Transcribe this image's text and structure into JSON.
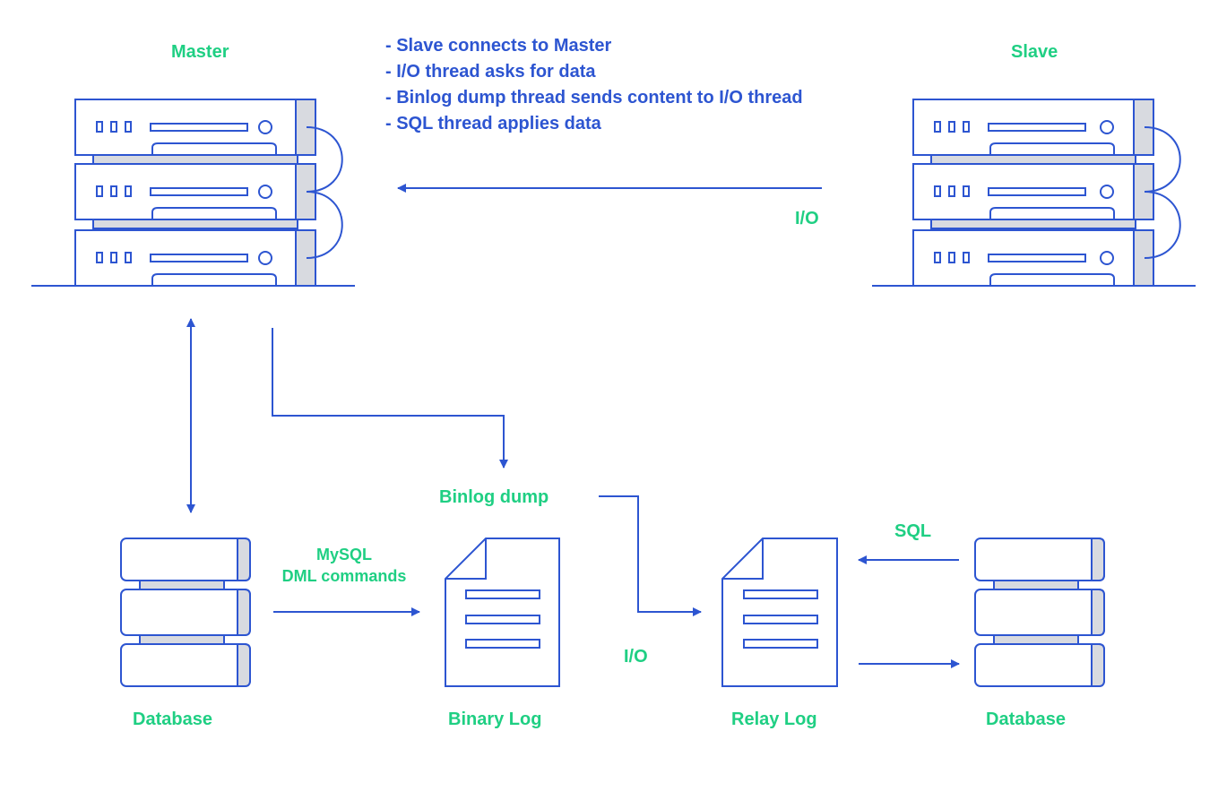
{
  "colors": {
    "line": "#2d55d1",
    "label": "#1fcf83",
    "fill": "#d8dae0",
    "bg": "#ffffff"
  },
  "master": {
    "title": "Master"
  },
  "slave": {
    "title": "Slave"
  },
  "steps": [
    "- Slave connects to Master",
    "- I/O thread asks for data",
    "- Binlog dump thread sends content to I/O thread",
    "- SQL thread applies data"
  ],
  "labels": {
    "io_top": "I/O",
    "binlog_dump": "Binlog dump",
    "mysql_dml_line1": "MySQL",
    "mysql_dml_line2": "DML commands",
    "io_bottom": "I/O",
    "sql": "SQL"
  },
  "nodes": {
    "master_database": "Database",
    "binary_log": "Binary Log",
    "relay_log": "Relay Log",
    "slave_database": "Database"
  }
}
